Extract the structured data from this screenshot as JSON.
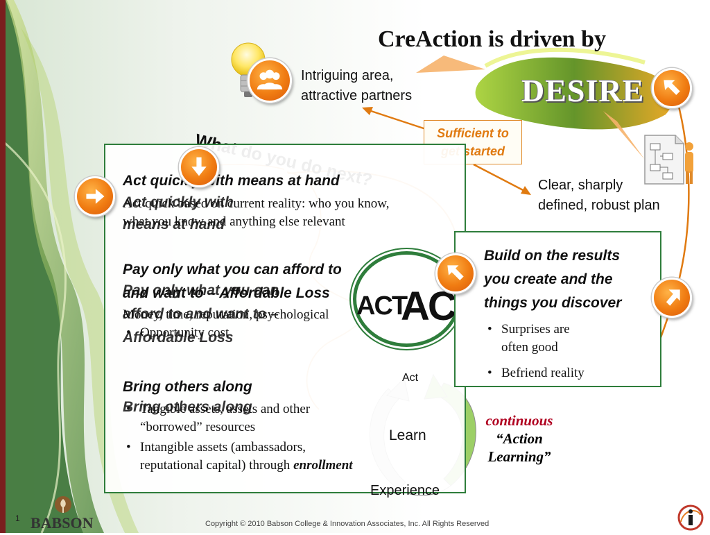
{
  "slide": {
    "title": "CreAction is driven by",
    "desire": "DESIRE",
    "page_number": "1",
    "logo_text": "BABSON",
    "copyright": "Copyright © 2010 Babson College & Innovation Associates, Inc.  All Rights Reserved"
  },
  "notes": {
    "intriguing_line1": "Intriguing area,",
    "intriguing_line2": "attractive partners",
    "what_next": "What do you do next?",
    "sufficient_line1": "Sufficient to",
    "sufficient_line2": "get started",
    "clear_line1": "Clear, sharply",
    "clear_line2": "defined, robust plan"
  },
  "main": {
    "section1": {
      "heading": "Act quickly with means at hand",
      "heading_dup_line1": "Act quickly with",
      "heading_dup_line2": "means at hand",
      "body_line1": "Act quick based on current reality: who you know,",
      "body_line2": "what you know and anything else relevant"
    },
    "section2": {
      "heading_line1": "Pay only what you can afford to",
      "heading_line2": "and want to – Affordable Loss",
      "heading_dup_line1": "Pay only what you can",
      "heading_dup_line2": "afford to and want  to –",
      "heading_dup_line3": "Affordable Loss",
      "body_line1": "Money, time, reputation, psychological",
      "bullet1": "Opportunity cost"
    },
    "section3": {
      "heading": "Bring others along",
      "heading_dup": "Bring others along",
      "bullet1_line1": "Tangible assets, assets and other",
      "bullet1_line2": "“borrowed” resources",
      "bullet2_line1": "Intangible assets (ambassadors,",
      "bullet2_line2": "reputational capital) through",
      "bullet2_emph": "enrollment"
    }
  },
  "act": {
    "small": "ACT",
    "big": "ACT"
  },
  "right": {
    "heading_line1": "Build on the results",
    "heading_line2": "you create and the",
    "heading_line3": "things you discover",
    "bullet1_line1": "Surprises are",
    "bullet1_line2": "often good",
    "bullet2": "Befriend reality"
  },
  "cycle": {
    "act": "Act",
    "learn": "Learn",
    "experience": "Experience"
  },
  "continuous": {
    "line1": "continuous",
    "line2": "“Action",
    "line3": "Learning”"
  },
  "colors": {
    "accent_orange": "#f07c12",
    "box_green": "#2e7d3b",
    "continuous_red": "#b00020",
    "sufficient_orange": "#e07a10"
  },
  "icons": [
    "lightbulb-icon",
    "people-icon",
    "plan-flowchart-icon",
    "arrow-right-icon",
    "arrow-down-icon",
    "arrow-up-left-icon",
    "arrow-up-right-icon",
    "info-icon",
    "babson-tree-icon"
  ]
}
